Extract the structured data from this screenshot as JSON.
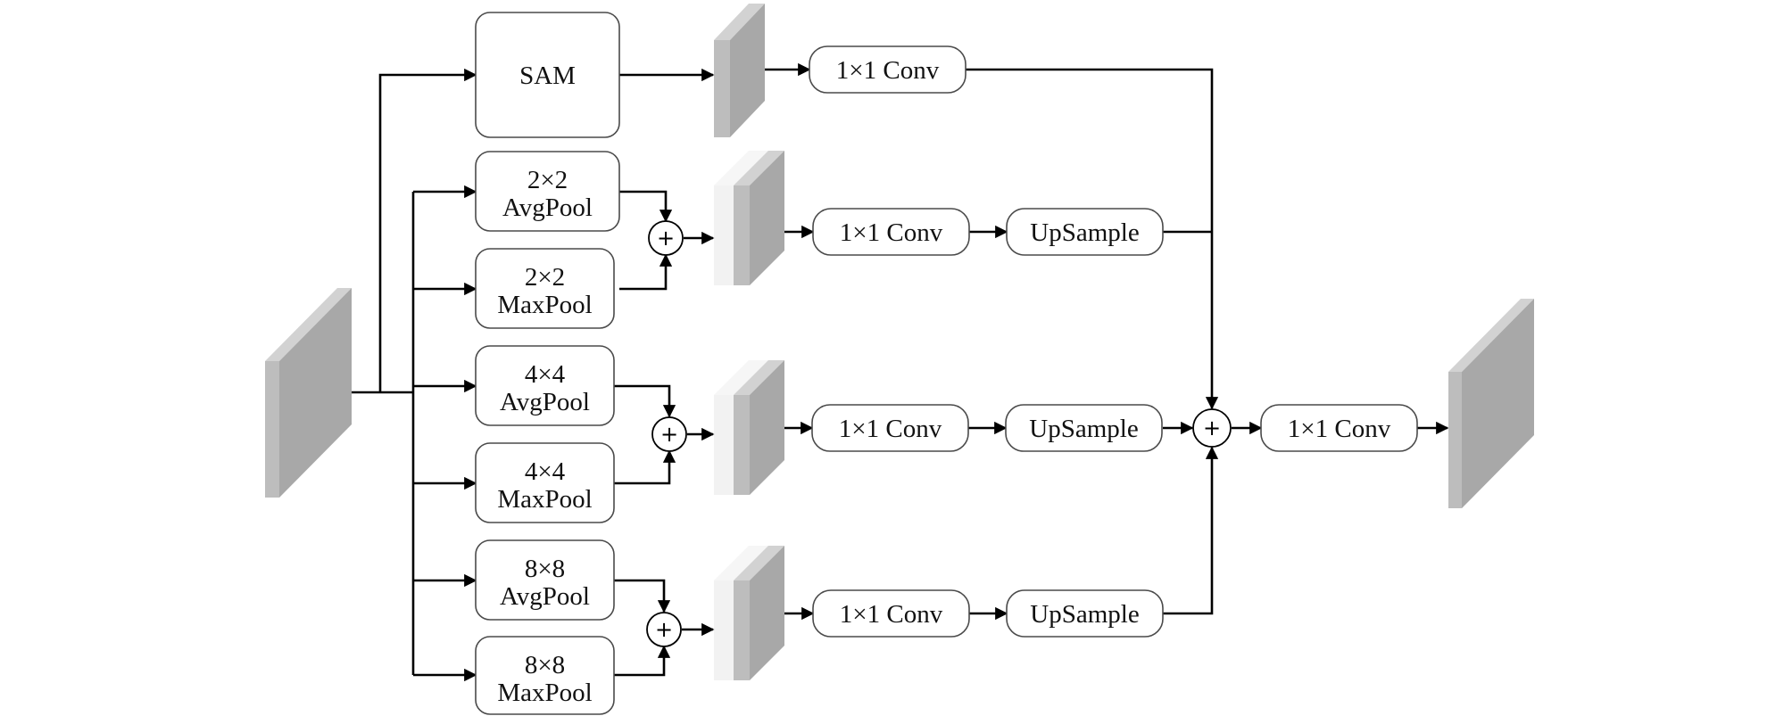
{
  "diagram": {
    "sam": "SAM",
    "conv": "1×1 Conv",
    "upsample": "UpSample",
    "plus": "+",
    "pool_2x2_size": "2×2",
    "pool_4x4_size": "4×4",
    "pool_8x8_size": "8×8",
    "avgpool": "AvgPool",
    "maxpool": "MaxPool"
  },
  "colors": {
    "line": "#000000",
    "box_border": "#4a4a4a",
    "tensor_front": "#a8a8a8",
    "tensor_side": "#bdbdbd",
    "tensor_top": "#d2d2d2"
  }
}
